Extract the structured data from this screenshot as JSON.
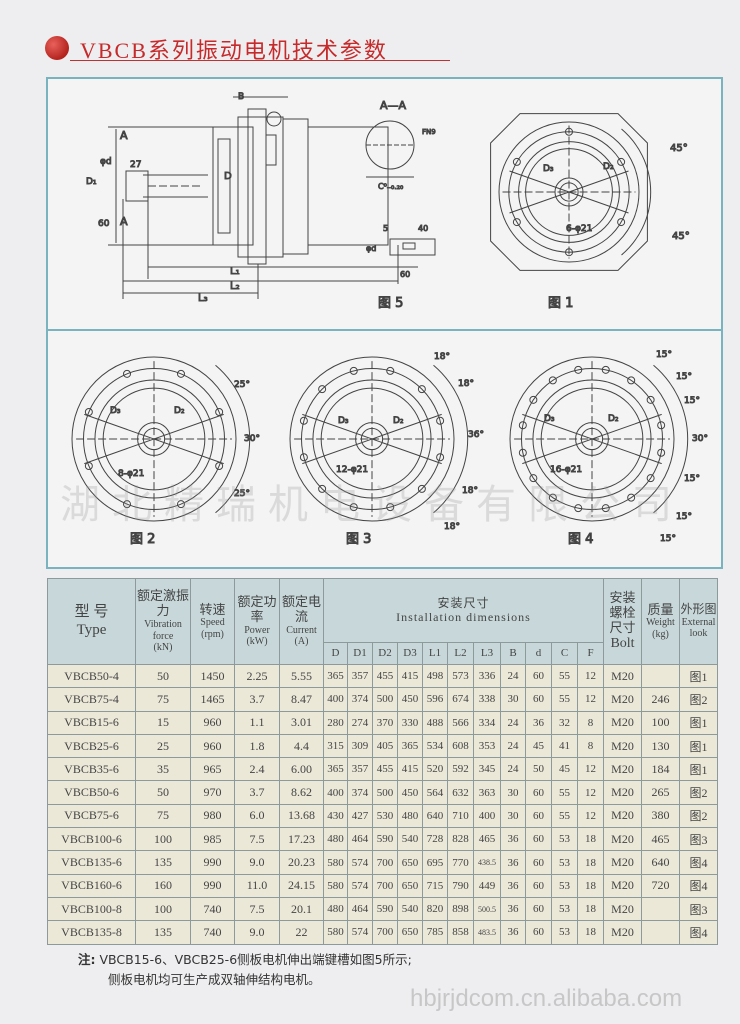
{
  "title": "VBCB系列振动电机技术参数",
  "drawings": {
    "fig5": {
      "B": "B",
      "A1": "A",
      "A2": "A",
      "phid": "φd",
      "n27": "27",
      "n60": "60",
      "D1": "D₁",
      "D": "D",
      "L1": "L₁",
      "L2": "L₂",
      "L3": "L₃",
      "section": "A—A",
      "fn9": "FN9",
      "c": "C⁰₋₀.₂₀",
      "n5": "5",
      "n40": "40",
      "phid2": "φd",
      "n60b": "60",
      "caption": "图 5"
    },
    "fig1": {
      "D3": "D₃",
      "D2": "D₂",
      "a1": "45°",
      "a2": "45°",
      "holes": "6-φ21",
      "caption": "图 1",
      "hole_count": 6
    },
    "fig2": {
      "D3": "D₃",
      "D2": "D₂",
      "a1": "25°",
      "a2": "30°",
      "a3": "25°",
      "holes": "8-φ21",
      "caption": "图 2",
      "hole_count": 8
    },
    "fig3": {
      "D3": "D₃",
      "D2": "D₂",
      "a1": "18°",
      "a2": "18°",
      "a3": "36°",
      "a4": "18°",
      "a5": "18°",
      "holes": "12-φ21",
      "caption": "图 3",
      "hole_count": 12
    },
    "fig4": {
      "D3": "D₃",
      "D2": "D₂",
      "a1": "15°",
      "a2": "15°",
      "a3": "15°",
      "a4": "30°",
      "a5": "15°",
      "a6": "15°",
      "a7": "15°",
      "holes": "16-φ21",
      "caption": "图 4",
      "hole_count": 16
    }
  },
  "watermark": "湖北精瑞机电设备有限公司",
  "site_watermark": "hbjrjdcom.cn.alibaba.com",
  "table": {
    "headers": {
      "type_cn": "型 号",
      "type_en": "Type",
      "force_cn": "额定激振力",
      "force_en": "Vibration force",
      "force_unit": "(kN)",
      "speed_cn": "转速",
      "speed_en": "Speed",
      "speed_unit": "(rpm)",
      "power_cn": "额定功率",
      "power_en": "Power",
      "power_unit": "(kW)",
      "current_cn": "额定电流",
      "current_en": "Current",
      "current_unit": "(A)",
      "install_cn": "安装尺寸",
      "install_en": "Installation dimensions",
      "bolt_cn": "安装螺栓尺寸",
      "bolt_en": "Bolt",
      "weight_cn": "质量",
      "weight_en": "Weight",
      "weight_unit": "(kg)",
      "look_cn": "外形图",
      "look_en": "External look",
      "dims": [
        "D",
        "D1",
        "D2",
        "D3",
        "L1",
        "L2",
        "L3",
        "B",
        "d",
        "C",
        "F"
      ]
    },
    "rows": [
      [
        "VBCB50-4",
        "50",
        "1450",
        "2.25",
        "5.55",
        "365",
        "357",
        "455",
        "415",
        "498",
        "573",
        "336",
        "24",
        "60",
        "55",
        "12",
        "M20",
        "",
        "图1"
      ],
      [
        "VBCB75-4",
        "75",
        "1465",
        "3.7",
        "8.47",
        "400",
        "374",
        "500",
        "450",
        "596",
        "674",
        "338",
        "30",
        "60",
        "55",
        "12",
        "M20",
        "246",
        "图2"
      ],
      [
        "VBCB15-6",
        "15",
        "960",
        "1.1",
        "3.01",
        "280",
        "274",
        "370",
        "330",
        "488",
        "566",
        "334",
        "24",
        "36",
        "32",
        "8",
        "M20",
        "100",
        "图1"
      ],
      [
        "VBCB25-6",
        "25",
        "960",
        "1.8",
        "4.4",
        "315",
        "309",
        "405",
        "365",
        "534",
        "608",
        "353",
        "24",
        "45",
        "41",
        "8",
        "M20",
        "130",
        "图1"
      ],
      [
        "VBCB35-6",
        "35",
        "965",
        "2.4",
        "6.00",
        "365",
        "357",
        "455",
        "415",
        "520",
        "592",
        "345",
        "24",
        "50",
        "45",
        "12",
        "M20",
        "184",
        "图1"
      ],
      [
        "VBCB50-6",
        "50",
        "970",
        "3.7",
        "8.62",
        "400",
        "374",
        "500",
        "450",
        "564",
        "632",
        "363",
        "30",
        "60",
        "55",
        "12",
        "M20",
        "265",
        "图2"
      ],
      [
        "VBCB75-6",
        "75",
        "980",
        "6.0",
        "13.68",
        "430",
        "427",
        "530",
        "480",
        "640",
        "710",
        "400",
        "30",
        "60",
        "55",
        "12",
        "M20",
        "380",
        "图2"
      ],
      [
        "VBCB100-6",
        "100",
        "985",
        "7.5",
        "17.23",
        "480",
        "464",
        "590",
        "540",
        "728",
        "828",
        "465",
        "36",
        "60",
        "53",
        "18",
        "M20",
        "465",
        "图3"
      ],
      [
        "VBCB135-6",
        "135",
        "990",
        "9.0",
        "20.23",
        "580",
        "574",
        "700",
        "650",
        "695",
        "770",
        "438.5",
        "36",
        "60",
        "53",
        "18",
        "M20",
        "640",
        "图4"
      ],
      [
        "VBCB160-6",
        "160",
        "990",
        "11.0",
        "24.15",
        "580",
        "574",
        "700",
        "650",
        "715",
        "790",
        "449",
        "36",
        "60",
        "53",
        "18",
        "M20",
        "720",
        "图4"
      ],
      [
        "VBCB100-8",
        "100",
        "740",
        "7.5",
        "20.1",
        "480",
        "464",
        "590",
        "540",
        "820",
        "898",
        "500.5",
        "36",
        "60",
        "53",
        "18",
        "M20",
        "",
        "图3"
      ],
      [
        "VBCB135-8",
        "135",
        "740",
        "9.0",
        "22",
        "580",
        "574",
        "700",
        "650",
        "785",
        "858",
        "483.5",
        "36",
        "60",
        "53",
        "18",
        "M20",
        "",
        "图4"
      ]
    ]
  },
  "note": {
    "label": "注:",
    "line1": "VBCB15-6、VBCB25-6侧板电机伸出端键槽如图5所示;",
    "line2": "侧板电机均可生产成双轴伸结构电机。"
  }
}
